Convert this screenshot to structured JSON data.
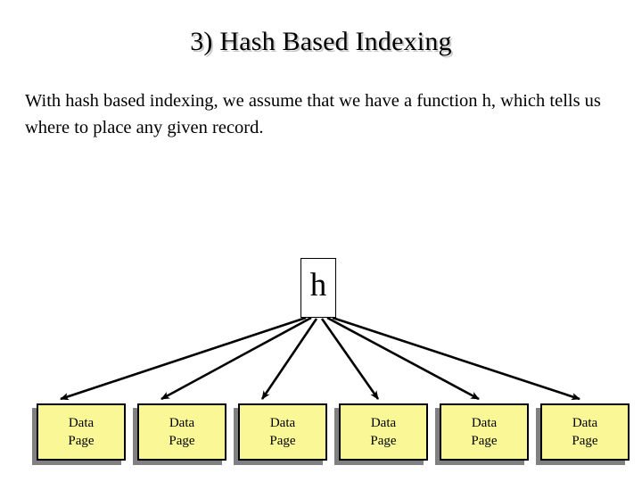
{
  "slide": {
    "title": "3) Hash Based Indexing",
    "body": "With hash based indexing, we assume that we have a function h, which tells us where to place any given record.",
    "background_color": "#ffffff",
    "title_color": "#000000",
    "title_shadow_color": "#c8c8c8"
  },
  "diagram": {
    "hash_node": {
      "label": "h",
      "fill_color": "#ffffff",
      "border_color": "#000000"
    },
    "arrow_color": "#000000",
    "arrow_count": 6,
    "page_fill_color": "#faf896",
    "page_border_color": "#000000",
    "page_shadow_color": "#808080",
    "pages": [
      {
        "line1": "Data",
        "line2": "Page"
      },
      {
        "line1": "Data",
        "line2": "Page"
      },
      {
        "line1": "Data",
        "line2": "Page"
      },
      {
        "line1": "Data",
        "line2": "Page"
      },
      {
        "line1": "Data",
        "line2": "Page"
      },
      {
        "line1": "Data",
        "line2": "Page"
      }
    ]
  }
}
